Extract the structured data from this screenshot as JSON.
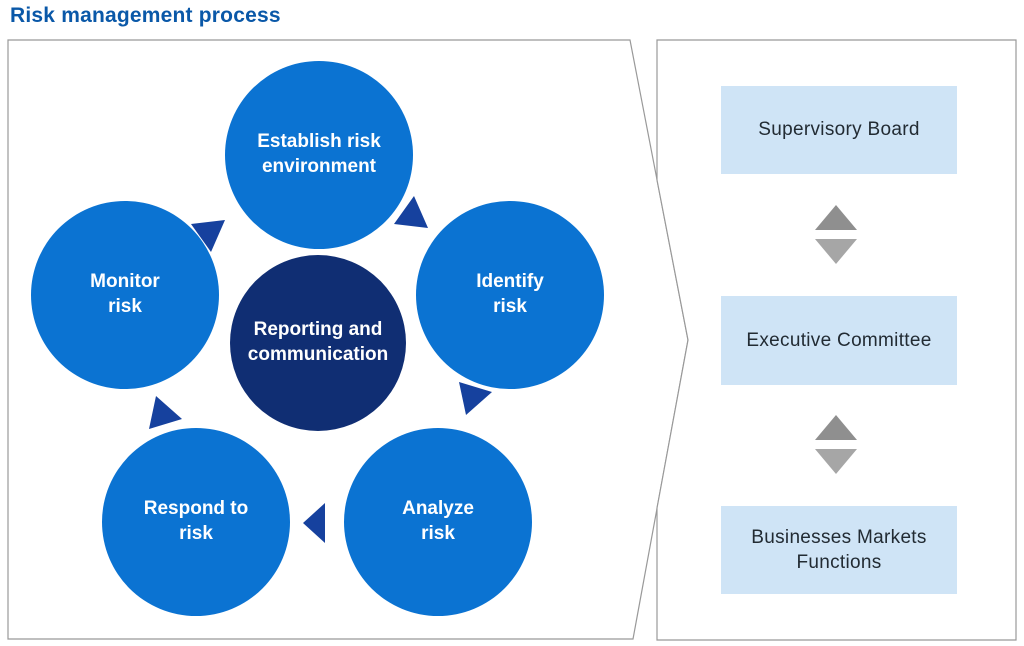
{
  "title": "Risk management process",
  "colors": {
    "title_blue": "#0a58a8",
    "circle_blue": "#0b73d2",
    "center_navy": "#102e73",
    "arrow_navy": "#16419e",
    "box_blue": "#cfe4f6",
    "box_text": "#222b33",
    "arrow_gray_up": "#8f8f8f",
    "arrow_gray_down": "#a6a6a6",
    "panel_border": "#999999"
  },
  "cycle": {
    "center": {
      "label": "Reporting and communication"
    },
    "steps": [
      {
        "label": "Establish risk environment"
      },
      {
        "label": "Identify risk"
      },
      {
        "label": "Analyze risk"
      },
      {
        "label": "Respond to risk"
      },
      {
        "label": "Monitor risk"
      }
    ],
    "flow_direction": "clockwise"
  },
  "hierarchy": {
    "nodes": [
      {
        "label": "Supervisory Board"
      },
      {
        "label": "Executive Committee"
      },
      {
        "label": "Businesses Markets Functions"
      }
    ],
    "connector": "bidirectional-arrow"
  }
}
